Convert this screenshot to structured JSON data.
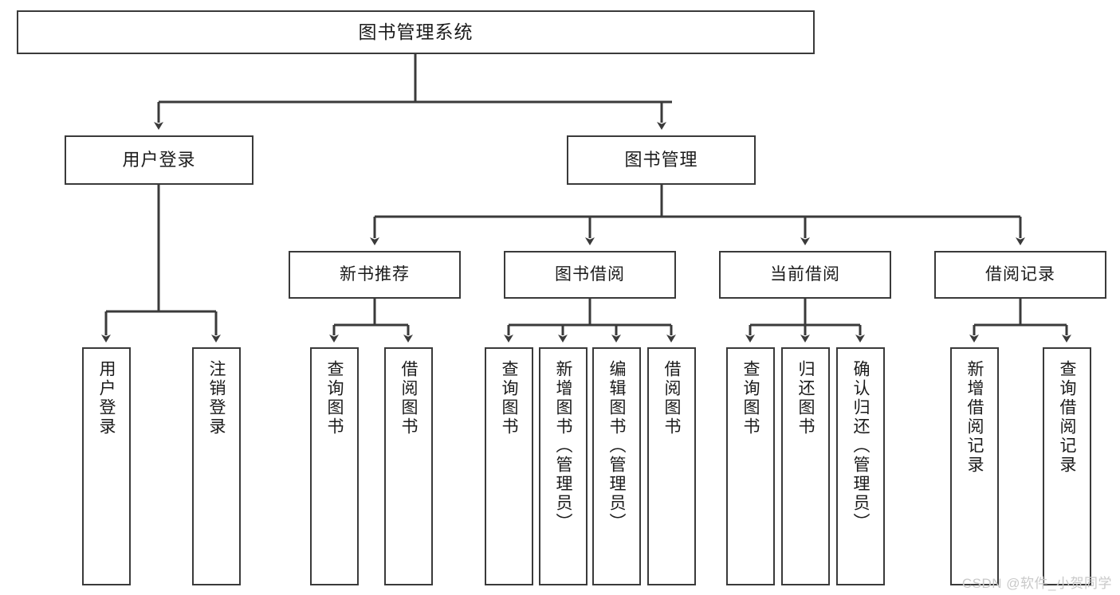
{
  "diagram": {
    "title": "图书管理系统",
    "type": "tree",
    "background": "#ffffff",
    "node_border_color": "#3a3a3a",
    "connector_color": "#3a3a3a",
    "nodes": {
      "root": {
        "label": "图书管理系统"
      },
      "level2": [
        {
          "id": "user-login",
          "label": "用户登录"
        },
        {
          "id": "book-management",
          "label": "图书管理"
        }
      ],
      "level3": [
        {
          "id": "new-book-recommend",
          "label": "新书推荐"
        },
        {
          "id": "book-borrow",
          "label": "图书借阅"
        },
        {
          "id": "current-borrow",
          "label": "当前借阅"
        },
        {
          "id": "borrow-record",
          "label": "借阅记录"
        }
      ],
      "leaves": {
        "user_login": [
          {
            "id": "leaf-user-login",
            "label": "用户登录"
          },
          {
            "id": "leaf-logout-login",
            "label": "注销登录"
          }
        ],
        "new_book_recommend": [
          {
            "id": "leaf-query-book-1",
            "label": "查询图书"
          },
          {
            "id": "leaf-borrow-book-1",
            "label": "借阅图书"
          }
        ],
        "book_borrow": [
          {
            "id": "leaf-query-book-2",
            "label": "查询图书"
          },
          {
            "id": "leaf-add-book",
            "label": "新增图书（管理员）"
          },
          {
            "id": "leaf-edit-book",
            "label": "编辑图书（管理员）"
          },
          {
            "id": "leaf-borrow-book-2",
            "label": "借阅图书"
          }
        ],
        "current_borrow": [
          {
            "id": "leaf-query-book-3",
            "label": "查询图书"
          },
          {
            "id": "leaf-return-book",
            "label": "归还图书"
          },
          {
            "id": "leaf-confirm-return",
            "label": "确认归还（管理员）"
          }
        ],
        "borrow_record": [
          {
            "id": "leaf-add-record",
            "label": "新增借阅记录"
          },
          {
            "id": "leaf-query-record",
            "label": "查询借阅记录"
          }
        ]
      }
    }
  },
  "watermark": {
    "text": "CSDN @软件_小贺同学",
    "color": "#c9c9c9"
  }
}
